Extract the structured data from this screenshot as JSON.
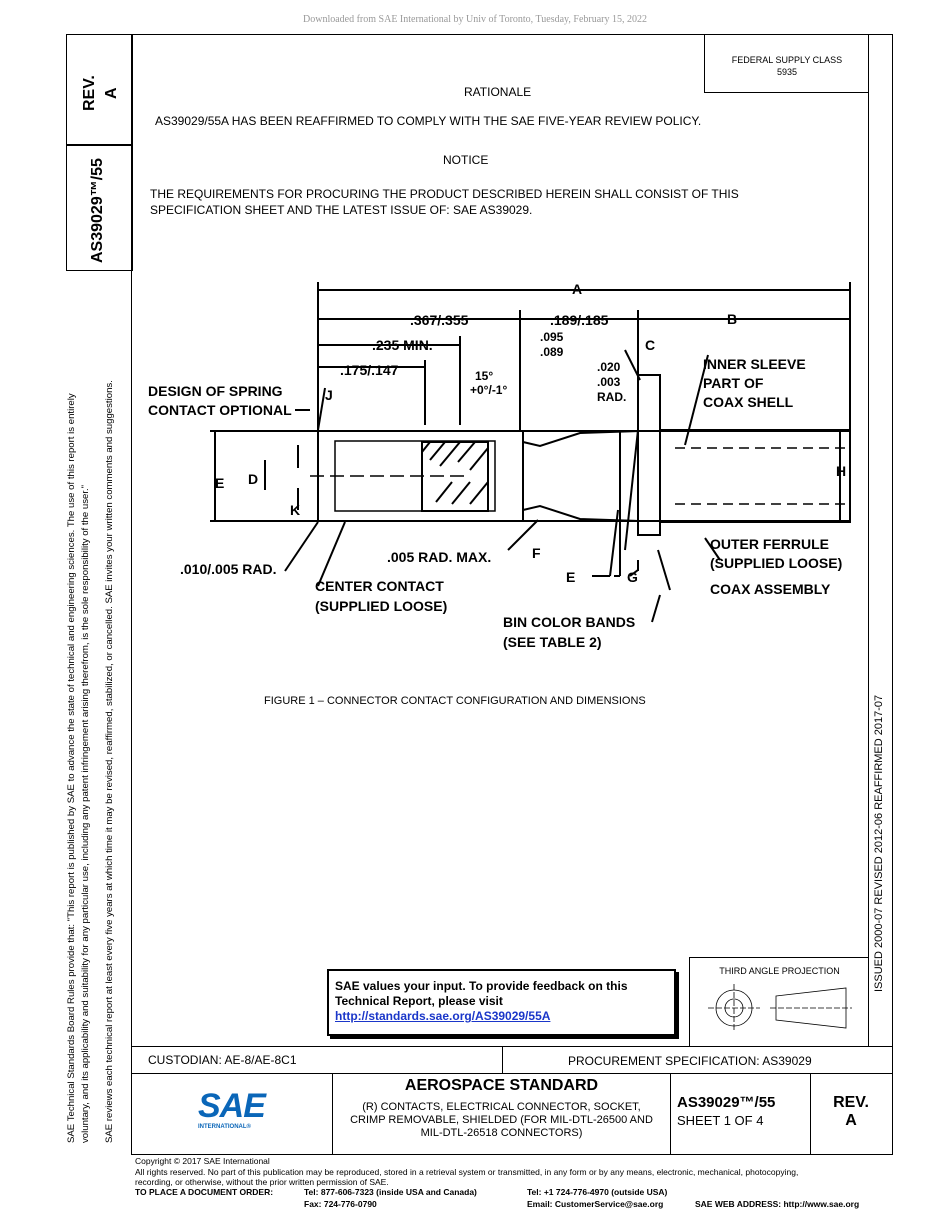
{
  "download_note": "Downloaded from SAE International by Univ of Toronto, Tuesday, February 15, 2022",
  "side_tab": {
    "rev_label": "REV.",
    "rev_value": "A",
    "doc_number": "AS39029™/55"
  },
  "left_margin": {
    "line1": "SAE Technical Standards Board Rules provide that: \"This report is published by SAE to advance the state of technical and engineering sciences. The use of this report is entirely",
    "line2": "voluntary, and its applicability and suitability for any particular use, including any patent infringement arising therefrom, is the sole responsibility of the user.\"",
    "line3": "SAE reviews each technical report at least every five years at which time it may be revised, reaffirmed, stabilized, or cancelled. SAE invites your written comments and suggestions."
  },
  "federal_supply": {
    "label": "FEDERAL SUPPLY CLASS",
    "value": "5935"
  },
  "rationale": {
    "heading": "RATIONALE",
    "text": "AS39029/55A HAS BEEN REAFFIRMED TO COMPLY WITH THE SAE FIVE-YEAR REVIEW POLICY."
  },
  "notice": {
    "heading": "NOTICE",
    "line1": "THE REQUIREMENTS FOR PROCURING THE PRODUCT DESCRIBED HEREIN SHALL CONSIST OF THIS",
    "line2": "SPECIFICATION SHEET AND THE LATEST ISSUE OF: SAE AS39029."
  },
  "figure": {
    "caption": "FIGURE 1 – CONNECTOR CONTACT CONFIGURATION AND DIMENSIONS",
    "labels": {
      "A": "A",
      "B": "B",
      "C": "C",
      "D": "D",
      "E": "E",
      "F": "F",
      "G": "G",
      "H": "H",
      "J": "J",
      "K": "K",
      "E2": "E",
      "d367": ".367/.355",
      "d189": ".189/.185",
      "d095": ".095",
      "d089": ".089",
      "d235": ".235 MIN.",
      "d175": ".175/.147",
      "angle1": "15°",
      "angle2": "+0°/-1°",
      "d020": ".020",
      "d003": ".003",
      "rad": "RAD.",
      "spring1": "DESIGN OF SPRING",
      "spring2": "CONTACT OPTIONAL",
      "inner1": "INNER SLEEVE",
      "inner2": "PART OF",
      "inner3": "COAX SHELL",
      "rad005": ".005 RAD. MAX.",
      "rad010": ".010/.005 RAD.",
      "center1": "CENTER CONTACT",
      "center2": "(SUPPLIED LOOSE)",
      "outer1": "OUTER FERRULE",
      "outer2": "(SUPPLIED LOOSE)",
      "coax": "COAX ASSEMBLY",
      "bin1": "BIN COLOR BANDS",
      "bin2": "(SEE TABLE 2)"
    }
  },
  "right_strip": {
    "text": "ISSUED 2000-07    REVISED 2012-06    REAFFIRMED 2017-07"
  },
  "feedback": {
    "text": "SAE values your input. To provide feedback on this Technical Report, please visit",
    "link": "http://standards.sae.org/AS39029/55A"
  },
  "projection": {
    "label": "THIRD ANGLE PROJECTION"
  },
  "custodian": "CUSTODIAN: AE-8/AE-8C1",
  "procurement": "PROCUREMENT SPECIFICATION: AS39029",
  "logo": {
    "text": "SAE",
    "sub": "INTERNATIONAL®"
  },
  "standard": {
    "title": "AEROSPACE STANDARD",
    "line1": "(R) CONTACTS, ELECTRICAL CONNECTOR, SOCKET,",
    "line2": "CRIMP REMOVABLE, SHIELDED (FOR MIL-DTL-26500 AND",
    "line3": "MIL-DTL-26518 CONNECTORS)"
  },
  "sheet": {
    "doc": "AS39029™/55",
    "sheet": "SHEET 1 OF 4",
    "rev_label": "REV.",
    "rev_value": "A"
  },
  "footer": {
    "copyright": "Copyright © 2017 SAE International",
    "rights1": "All rights reserved. No part of this publication may be reproduced, stored in a retrieval system or transmitted, in any form or by any means, electronic, mechanical, photocopying,",
    "rights2": "recording, or otherwise, without the prior written permission of SAE.",
    "order_label": "TO PLACE A DOCUMENT ORDER:",
    "tel_us": "Tel: 877-606-7323 (inside USA and Canada)",
    "tel_intl": "Tel: +1 724-776-4970 (outside USA)",
    "fax": "Fax: 724-776-0790",
    "email": "Email: CustomerService@sae.org",
    "web": "SAE WEB ADDRESS: http://www.sae.org"
  }
}
